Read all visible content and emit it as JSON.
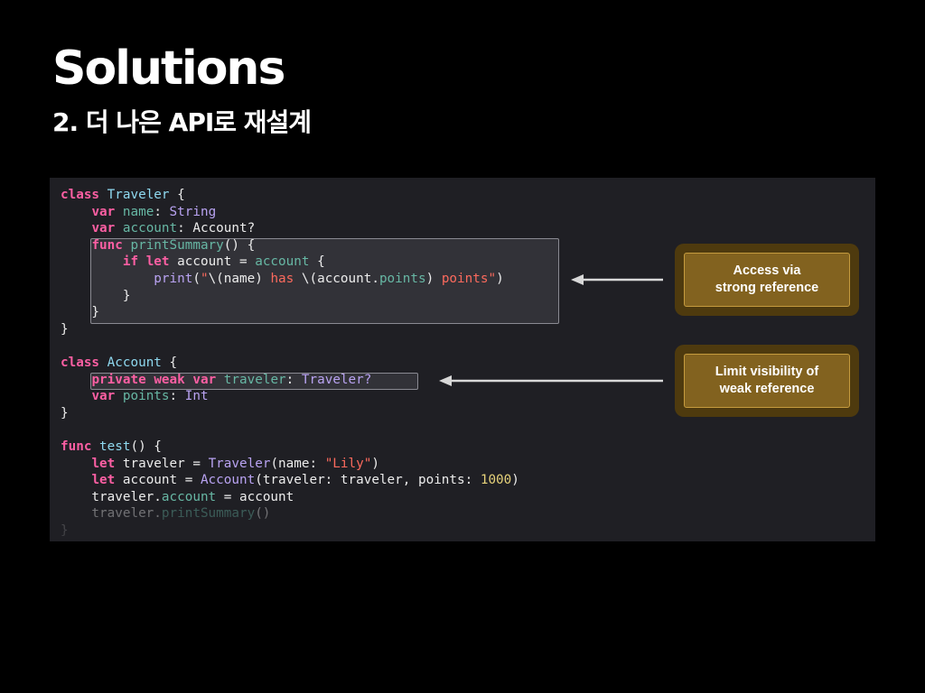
{
  "slide": {
    "title": "Solutions",
    "subtitle": "2. 더 나은 API로 재설계"
  },
  "code_lines": [
    [
      {
        "t": "class",
        "c": "k"
      },
      {
        "t": " "
      },
      {
        "t": "Traveler",
        "c": "ty"
      },
      {
        "t": " {"
      }
    ],
    [
      {
        "t": "    "
      },
      {
        "t": "var",
        "c": "k"
      },
      {
        "t": " "
      },
      {
        "t": "name",
        "c": "pr"
      },
      {
        "t": ": "
      },
      {
        "t": "String",
        "c": "tc"
      }
    ],
    [
      {
        "t": "    "
      },
      {
        "t": "var",
        "c": "k"
      },
      {
        "t": " "
      },
      {
        "t": "account",
        "c": "pr"
      },
      {
        "t": ": Account?"
      }
    ],
    [
      {
        "t": "    "
      },
      {
        "t": "func",
        "c": "k"
      },
      {
        "t": " "
      },
      {
        "t": "printSummary",
        "c": "pr"
      },
      {
        "t": "() {"
      }
    ],
    [
      {
        "t": "        "
      },
      {
        "t": "if",
        "c": "k"
      },
      {
        "t": " "
      },
      {
        "t": "let",
        "c": "k"
      },
      {
        "t": " account = "
      },
      {
        "t": "account",
        "c": "pr"
      },
      {
        "t": " {"
      }
    ],
    [
      {
        "t": "            "
      },
      {
        "t": "print",
        "c": "tc"
      },
      {
        "t": "("
      },
      {
        "t": "\"",
        "c": "st"
      },
      {
        "t": "\\(name) "
      },
      {
        "t": "has",
        "c": "st"
      },
      {
        "t": " \\(account."
      },
      {
        "t": "points",
        "c": "pr"
      },
      {
        "t": ") "
      },
      {
        "t": "points\"",
        "c": "st"
      },
      {
        "t": ")"
      }
    ],
    [
      {
        "t": "        }"
      }
    ],
    [
      {
        "t": "    }"
      }
    ],
    [
      {
        "t": "}"
      }
    ],
    [
      {
        "t": ""
      }
    ],
    [
      {
        "t": "class",
        "c": "k"
      },
      {
        "t": " "
      },
      {
        "t": "Account",
        "c": "ty"
      },
      {
        "t": " {"
      }
    ],
    [
      {
        "t": "    "
      },
      {
        "t": "private",
        "c": "k"
      },
      {
        "t": " "
      },
      {
        "t": "weak",
        "c": "k"
      },
      {
        "t": " "
      },
      {
        "t": "var",
        "c": "k"
      },
      {
        "t": " "
      },
      {
        "t": "traveler",
        "c": "pr"
      },
      {
        "t": ": "
      },
      {
        "t": "Traveler?",
        "c": "tc"
      }
    ],
    [
      {
        "t": "    "
      },
      {
        "t": "var",
        "c": "k"
      },
      {
        "t": " "
      },
      {
        "t": "points",
        "c": "pr"
      },
      {
        "t": ": "
      },
      {
        "t": "Int",
        "c": "tc"
      }
    ],
    [
      {
        "t": "}"
      }
    ],
    [
      {
        "t": ""
      }
    ],
    [
      {
        "t": "func",
        "c": "k"
      },
      {
        "t": " "
      },
      {
        "t": "test",
        "c": "ty"
      },
      {
        "t": "() {"
      }
    ],
    [
      {
        "t": "    "
      },
      {
        "t": "let",
        "c": "k"
      },
      {
        "t": " traveler = "
      },
      {
        "t": "Traveler",
        "c": "tc"
      },
      {
        "t": "(name: "
      },
      {
        "t": "\"Lily\"",
        "c": "st"
      },
      {
        "t": ")"
      }
    ],
    [
      {
        "t": "    "
      },
      {
        "t": "let",
        "c": "k"
      },
      {
        "t": " account = "
      },
      {
        "t": "Account",
        "c": "tc"
      },
      {
        "t": "(traveler: traveler, points: "
      },
      {
        "t": "1000",
        "c": "nm"
      },
      {
        "t": ")"
      }
    ],
    [
      {
        "t": "    traveler."
      },
      {
        "t": "account",
        "c": "pr"
      },
      {
        "t": " = account"
      }
    ],
    [
      {
        "t": "    traveler."
      },
      {
        "t": "printSummary",
        "c": "pr"
      },
      {
        "t": "()"
      }
    ],
    [
      {
        "t": "}"
      }
    ]
  ],
  "callouts": {
    "strong": {
      "line1": "Access via",
      "line2": "strong reference"
    },
    "weak": {
      "line1": "Limit visibility of",
      "line2": "weak reference"
    }
  },
  "colors": {
    "keyword": "#fc5fa3",
    "type": "#8fd9f0",
    "property": "#67b7a4",
    "type_ref": "#b9a3f2",
    "string": "#fc6a5d",
    "number": "#e6d27a",
    "callout_fill": "#82621f",
    "callout_glow": "#4e3a0e"
  }
}
